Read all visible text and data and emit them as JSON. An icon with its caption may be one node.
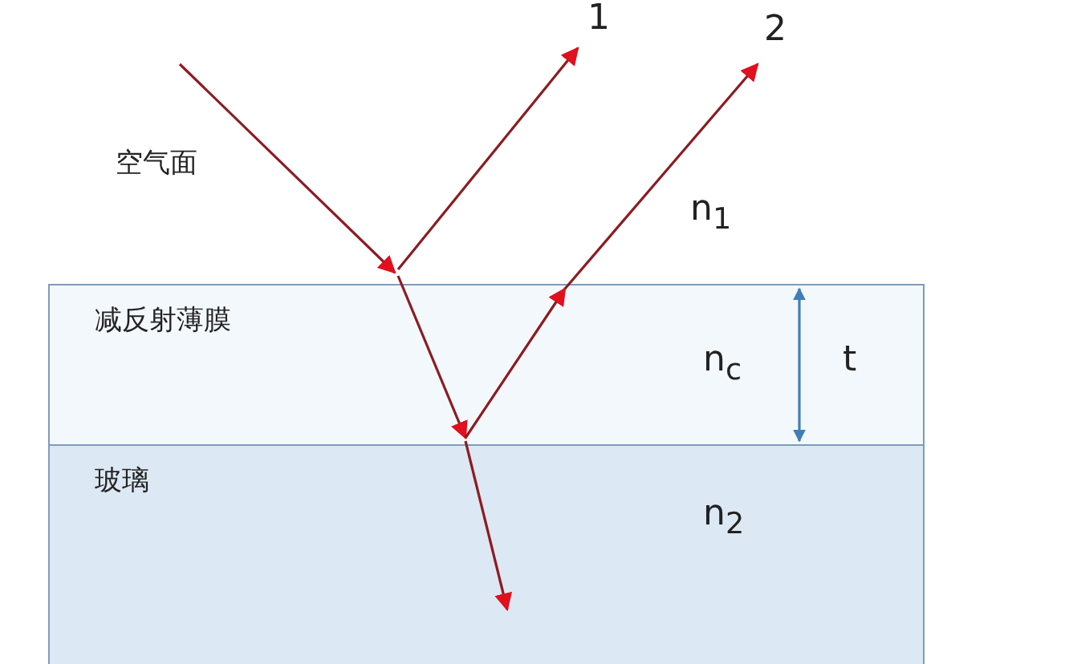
{
  "diagram": {
    "nodes": [
      {
        "text": [
          "减反射薄膜"
        ]
      },
      {
        "text": [
          "玻璃"
        ]
      }
    ],
    "edges": [
      {
        "from": 0,
        "to": 1,
        "arrow": "to"
      }
    ],
    "labels": [
      "1",
      "2",
      "空气面",
      "n$_{1}$",
      "n$_{c}$",
      "t",
      "n$_{2}$"
    ]
  }
}
